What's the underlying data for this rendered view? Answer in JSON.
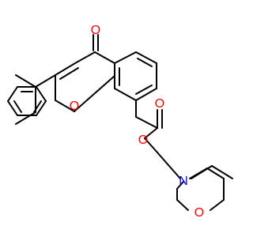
{
  "molecule": {
    "atoms": {
      "carbonyl_o": "O",
      "pyran_o": "O",
      "ester_carbonyl_o": "O",
      "ester_o": "O",
      "amine_n": "N",
      "morpholine_o": "O"
    },
    "colors": {
      "oxygen": "#ff0000",
      "nitrogen": "#0000ff",
      "bond": "#000000",
      "background": "#ffffff"
    }
  }
}
